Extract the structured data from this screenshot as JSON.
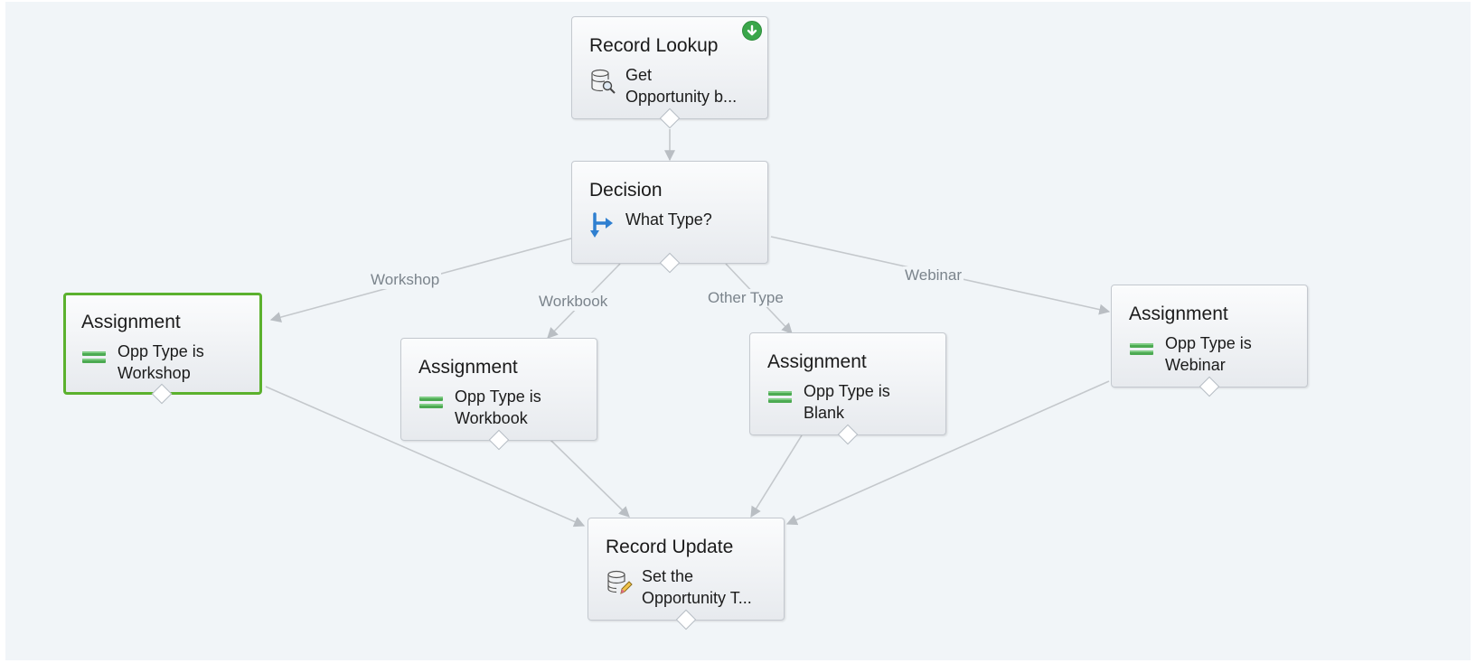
{
  "nodes": {
    "record_lookup": {
      "type": "Record Lookup",
      "label": "Get\nOpportunity b...",
      "icon": "record-lookup-icon"
    },
    "decision": {
      "type": "Decision",
      "label": "What Type?",
      "icon": "decision-icon"
    },
    "assign_workshop": {
      "type": "Assignment",
      "label": "Opp Type is\nWorkshop",
      "icon": "assignment-icon",
      "selected": true
    },
    "assign_workbook": {
      "type": "Assignment",
      "label": "Opp Type is\nWorkbook",
      "icon": "assignment-icon"
    },
    "assign_blank": {
      "type": "Assignment",
      "label": "Opp Type is\nBlank",
      "icon": "assignment-icon"
    },
    "assign_webinar": {
      "type": "Assignment",
      "label": "Opp Type is\nWebinar",
      "icon": "assignment-icon"
    },
    "record_update": {
      "type": "Record Update",
      "label": "Set the\nOpportunity T...",
      "icon": "record-update-icon"
    }
  },
  "edges": {
    "workshop": "Workshop",
    "workbook": "Workbook",
    "other": "Other Type",
    "webinar": "Webinar"
  },
  "colors": {
    "canvas": "#f1f5f8",
    "selected_border": "#5bb12e",
    "edge": "#c4c8cc",
    "start_badge": "#3aa64a"
  }
}
